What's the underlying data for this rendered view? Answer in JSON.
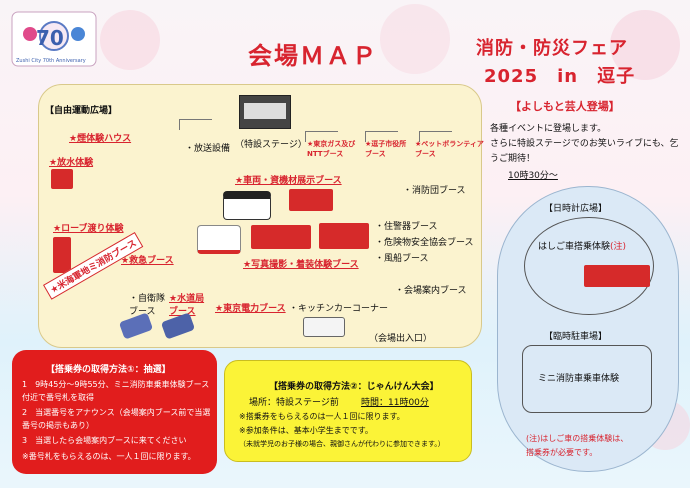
{
  "header": {
    "logo_year": "70",
    "logo_caption": "Zushi City 70th Anniversary",
    "map_title": "会場ＭＡＰ",
    "fair_title": "消防・防災フェア",
    "fair_year": "2025　in　逗子"
  },
  "venue": {
    "area_label": "【自由運動広場】",
    "labels": {
      "smoke_house": "★煙体験ハウス",
      "broadcast": "・放送設備",
      "special_stage": "（特設ステージ）",
      "gas_booth": "★東京ガス及び\nNTTブース",
      "zushi_fire": "★逗子市役所\nブース",
      "pet_volunteer": "★ペットボランティア\nブース",
      "water_discharge": "★放水体験",
      "vehicle_display": "★車両・資機材展示ブース",
      "fire_corps": "・消防団ブース",
      "rope_crossing": "★ローブ渡り体験",
      "police": "・住警器ブース",
      "hazmat": "・危険物安全協会ブース",
      "balloon": "・風船ブース",
      "rescue": "★救急ブース",
      "photo": "★写真撮影・着装体験ブース",
      "info_booth": "・会場案内ブース",
      "mini_truck": "★米海軍地ミ消防ブース",
      "sdf": "・自衛隊\nブース",
      "waterworks": "★水道局\nブース",
      "tepco": "★東京電力ブース",
      "kitchen_car": "・キッチンカーコーナー",
      "entrance": "（会場出入口）"
    }
  },
  "yoshimoto": {
    "title": "【よしもと芸人登場】",
    "text": "各種イベントに登場します。\nさらに特設ステージでのお笑いライブにも、乞うご期待！",
    "time": "10時30分～"
  },
  "clock_plaza": {
    "title": "【日時計広場】",
    "ladder_truck": "はしご車搭乗体験",
    "note_mark": "(注)",
    "parking_title": "【臨時駐車場】",
    "parking_text": "ミニ消防車乗車体験"
  },
  "ticket_lottery": {
    "title": "【搭乗券の取得方法①：抽選】",
    "items": [
      "1　9時45分～9時55分、ミニ消防車乗車体験ブース付近で番号札を取得",
      "2　当選番号をアナウンス（会場案内ブース前で当選番号の掲示もあり）",
      "3　当選したら会場案内ブースに来てください",
      "※番号札をもらえるのは、一人１回に限ります。"
    ]
  },
  "ticket_janken": {
    "title": "【搭乗券の取得方法②：じゃんけん大会】",
    "place": "場所：特設ステージ前",
    "time": "時間：11時00分",
    "notes": [
      "※搭乗券をもらえるのは一人１回に限ります。",
      "※参加条件は、基本小学生までです。",
      "（未就学児のお子様の場合、親御さんが代わりに参加できます。）"
    ]
  },
  "footnote": "(注)はしご車の搭乗体験は、搭乗券が必要です。",
  "colors": {
    "accent_red": "#d8242f",
    "venue_bg": "#fbf3cf",
    "yellow_box": "#fbf337",
    "red_box": "#e11d1d"
  }
}
